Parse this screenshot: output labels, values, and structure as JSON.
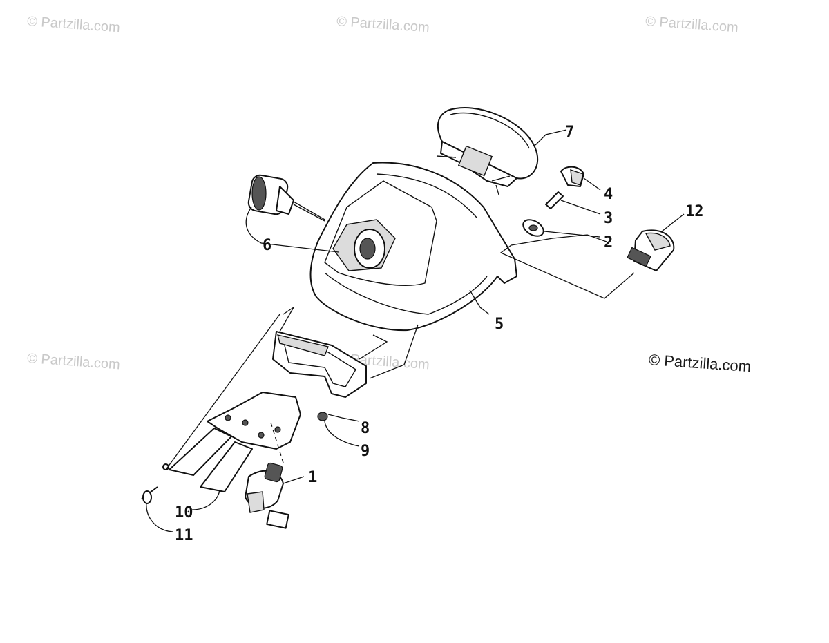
{
  "watermarks": [
    "© Partzilla.com",
    "© Partzilla.com",
    "© Partzilla.com",
    "© Partzilla.com",
    "© Partzilla.com"
  ],
  "watermark_main": "© Partzilla.com",
  "callouts": [
    "1",
    "2",
    "3",
    "4",
    "5",
    "6",
    "7",
    "8",
    "9",
    "10",
    "11",
    "12"
  ],
  "colors": {
    "line": "#111111",
    "watermark": "#c9c9c9",
    "background": "#ffffff"
  }
}
